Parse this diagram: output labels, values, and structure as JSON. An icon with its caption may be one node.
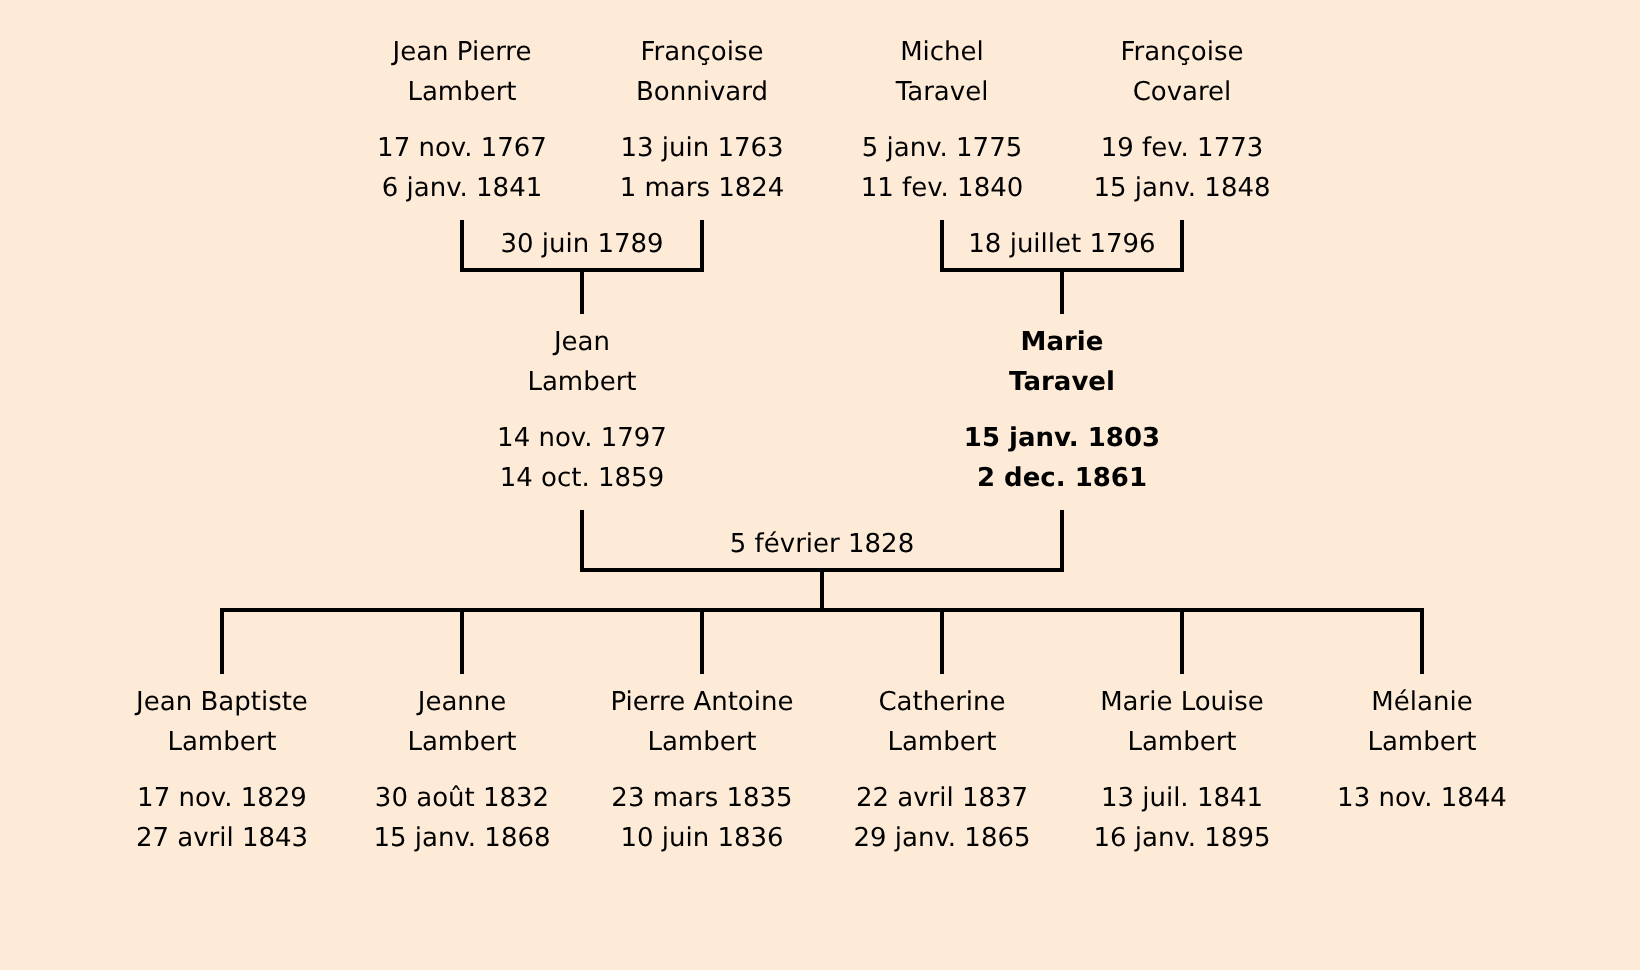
{
  "diagram": {
    "nodes": [
      {
        "text": [
          "Jean Pierre Lambert",
          "17 nov. 1767",
          "6 janv. 1841"
        ]
      },
      {
        "text": [
          "Françoise Bonnivard",
          "13 juin 1763",
          "1 mars 1824"
        ]
      },
      {
        "text": [
          "Michel Taravel",
          "5 janv. 1775",
          "11 fev. 1840"
        ]
      },
      {
        "text": [
          "Françoise Covarel",
          "19 fev. 1773",
          "15 janv. 1848"
        ]
      },
      {
        "text": [
          "Jean Lambert",
          "14 nov. 1797",
          "14 oct. 1859"
        ]
      },
      {
        "text": [
          "Marie Taravel",
          "15 janv. 1803",
          "2 dec. 1861"
        ]
      },
      {
        "text": [
          "Jean Baptiste Lambert",
          "17 nov. 1829",
          "27 avril 1843"
        ]
      },
      {
        "text": [
          "Jeanne Lambert",
          "30 août 1832",
          "15 janv. 1868"
        ]
      },
      {
        "text": [
          "Pierre Antoine Lambert",
          "23 mars 1835",
          "10 juin 1836"
        ]
      },
      {
        "text": [
          "Catherine Lambert",
          "22 avril 1837",
          "29 janv. 1865"
        ]
      },
      {
        "text": [
          "Marie Louise Lambert",
          "13 juil. 1841",
          "16 janv. 1895"
        ]
      },
      {
        "text": [
          "Mélanie Lambert",
          "13 nov. 1844"
        ]
      }
    ],
    "edges": [
      {
        "from": 0,
        "to": 4,
        "arrow": "none",
        "label": "30 juin 1789"
      },
      {
        "from": 1,
        "to": 4,
        "arrow": "none"
      },
      {
        "from": 2,
        "to": 5,
        "arrow": "none",
        "label": "18 juillet 1796"
      },
      {
        "from": 3,
        "to": 5,
        "arrow": "none"
      },
      {
        "from": 4,
        "to": 6,
        "arrow": "none",
        "label": "5 février 1828"
      },
      {
        "from": 4,
        "to": 7,
        "arrow": "none"
      },
      {
        "from": 4,
        "to": 8,
        "arrow": "none"
      },
      {
        "from": 4,
        "to": 9,
        "arrow": "none"
      },
      {
        "from": 4,
        "to": 10,
        "arrow": "none"
      },
      {
        "from": 4,
        "to": 11,
        "arrow": "none"
      },
      {
        "from": 5,
        "to": 6,
        "arrow": "none"
      },
      {
        "from": 5,
        "to": 7,
        "arrow": "none"
      },
      {
        "from": 5,
        "to": 8,
        "arrow": "none"
      },
      {
        "from": 5,
        "to": 9,
        "arrow": "none"
      },
      {
        "from": 5,
        "to": 10,
        "arrow": "none"
      },
      {
        "from": 5,
        "to": 11,
        "arrow": "none"
      }
    ]
  }
}
